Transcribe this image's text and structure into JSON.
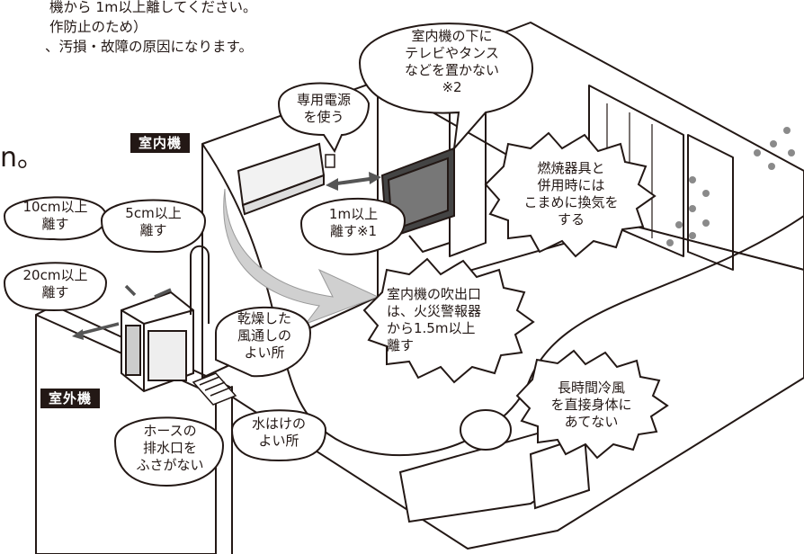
{
  "top_text": {
    "line1": "機から 1m以上離してください。",
    "line2": "作防止のため）",
    "line3": "、汚損・故障の原因になります。"
  },
  "cut_char": "n。",
  "tags": {
    "indoor": "室内機",
    "outdoor": "室外機"
  },
  "callouts": {
    "no_furniture": "室内機の下に\nテレビやタンス\nなどを置かない\n※2",
    "dedicated_power": "専用電源\nを使う",
    "one_meter": "1m以上\n離す※1",
    "ten_cm": "10cm以上\n離す",
    "five_cm": "5cm以上\n離す",
    "twenty_cm": "20cm以上\n離す",
    "dry_place": "乾燥した\n風通しの\nよい所",
    "drain_place": "水はけの\nよい所",
    "hose": "ホースの\n排水口を\nふさがない"
  },
  "bursts": {
    "ventilation": "燃焼器具と\n併用時には\nこまめに換気を\nする",
    "alarm": "室内機の吹出口\nは、火災警報器\nから1.5m以上\n離す",
    "cold_air": "長時間冷風\nを直接身体に\nあてない"
  }
}
